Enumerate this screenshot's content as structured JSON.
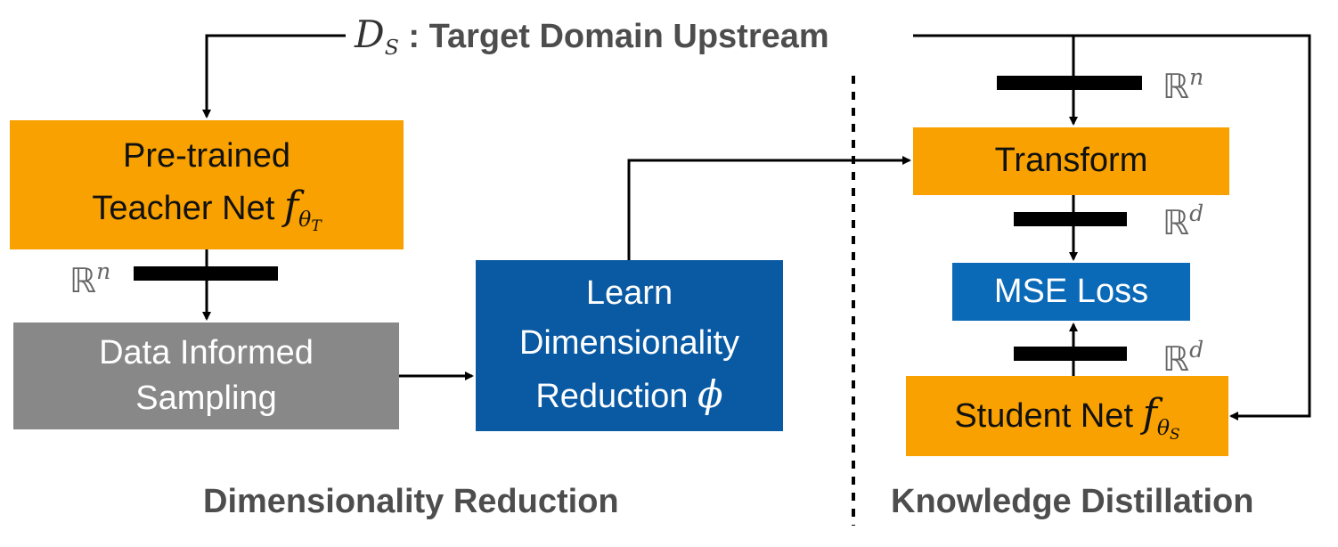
{
  "top_label": {
    "symbol": "D",
    "symbol_sub": "S",
    "text": ": Target Domain Upstream"
  },
  "boxes": {
    "teacher": {
      "line1": "Pre-trained",
      "line2": "Teacher Net",
      "func": "f",
      "param": "θ",
      "param_sub": "T"
    },
    "sampling": {
      "line1": "Data Informed",
      "line2": "Sampling"
    },
    "learn": {
      "line1": "Learn",
      "line2": "Dimensionality",
      "line3": "Reduction",
      "symbol": "ϕ"
    },
    "transform": {
      "label": "Transform"
    },
    "mse": {
      "label": "MSE Loss"
    },
    "student": {
      "label": "Student Net",
      "func": "f",
      "param": "θ",
      "param_sub": "S"
    }
  },
  "spaces": {
    "teacher_out": {
      "base": "ℝ",
      "exp": "n"
    },
    "upstream_in": {
      "base": "ℝ",
      "exp": "n"
    },
    "transform_out": {
      "base": "ℝ",
      "exp": "d"
    },
    "student_out": {
      "base": "ℝ",
      "exp": "d"
    }
  },
  "sections": {
    "left": "Dimensionality Reduction",
    "right": "Knowledge Distillation"
  },
  "colors": {
    "orange": "#f8a100",
    "gray": "#888888",
    "blue": "#0959a3",
    "blue_light": "#0a6ab8",
    "label_gray": "#4d4d4d"
  }
}
